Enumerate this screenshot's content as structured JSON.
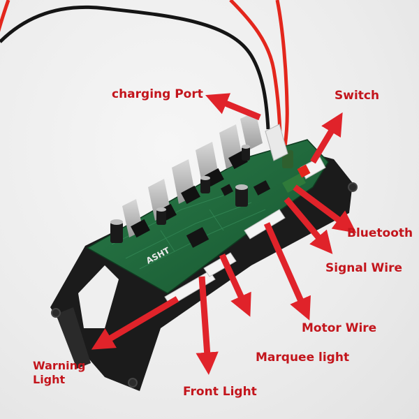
{
  "colors": {
    "arrow": "#e0232a",
    "label": "#c3151c",
    "pcb": "#1f6b3d",
    "housing": "#1b1b1b",
    "wire_red": "#e3261c",
    "wire_black": "#151515"
  },
  "labels": {
    "charging_port": "charging Port",
    "switch": "Switch",
    "bluetooth": "Bluetooth",
    "signal_wire": "Signal Wire",
    "motor_wire": "Motor Wire",
    "marquee_light": "Marquee light",
    "front_light": "Front Light",
    "warning_light_line1": "Warning",
    "warning_light_line2": "Light"
  },
  "board": {
    "silkscreen": "ASHT"
  }
}
